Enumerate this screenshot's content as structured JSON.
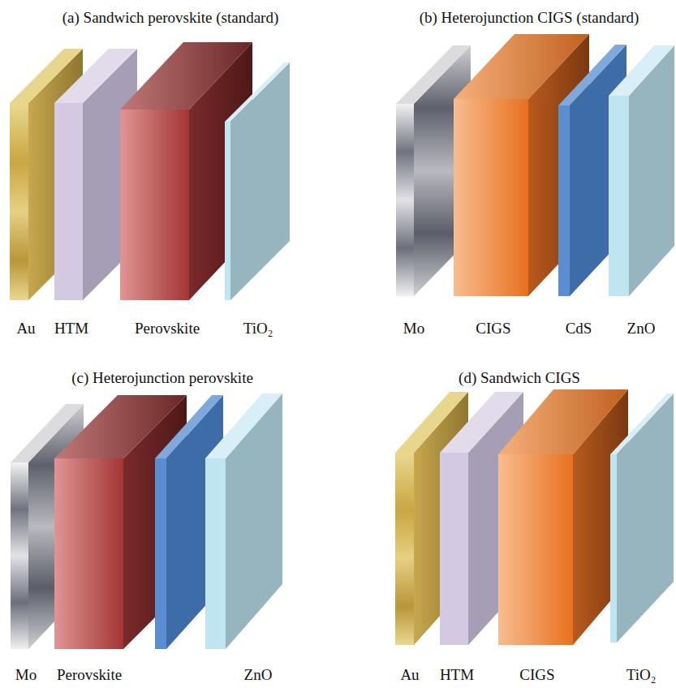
{
  "diagram": {
    "labels": [
      "(a) Sandwich perovskite (standard)",
      "(b) Heterojunction CIGS (standard)",
      "Au",
      "HTM",
      "Perovskite",
      "TiO₂",
      "Mo",
      "CIGS",
      "CdS",
      "ZnO",
      "(c) Heterojunction perovskite",
      "(d) Sandwich CIGS",
      "Mo",
      "Perovskite",
      "ZnO",
      "Au",
      "HTM",
      "CIGS",
      "TiO₂"
    ]
  }
}
